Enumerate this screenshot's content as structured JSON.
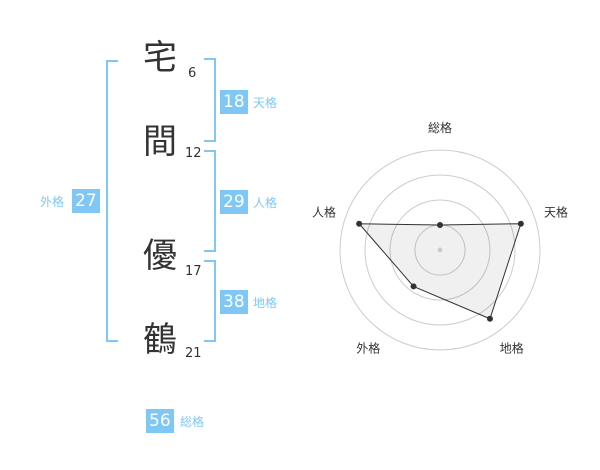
{
  "name_chars": [
    {
      "char": "宅",
      "strokes": "6"
    },
    {
      "char": "間",
      "strokes": "12"
    },
    {
      "char": "優",
      "strokes": "17"
    },
    {
      "char": "鶴",
      "strokes": "21"
    }
  ],
  "fortunes": {
    "tenkaku": {
      "value": "18",
      "label": "天格"
    },
    "jinkaku": {
      "value": "29",
      "label": "人格"
    },
    "chikaku": {
      "value": "38",
      "label": "地格"
    },
    "gaikaku": {
      "value": "27",
      "label": "外格"
    },
    "soukaku": {
      "value": "56",
      "label": "総格"
    }
  },
  "colors": {
    "accent": "#7fc8f5",
    "text": "#333333"
  },
  "radar": {
    "axes": [
      "総格",
      "天格",
      "地格",
      "外格",
      "人格"
    ],
    "levels": 4,
    "values": [
      0.25,
      0.85,
      0.85,
      0.45,
      0.85
    ]
  }
}
